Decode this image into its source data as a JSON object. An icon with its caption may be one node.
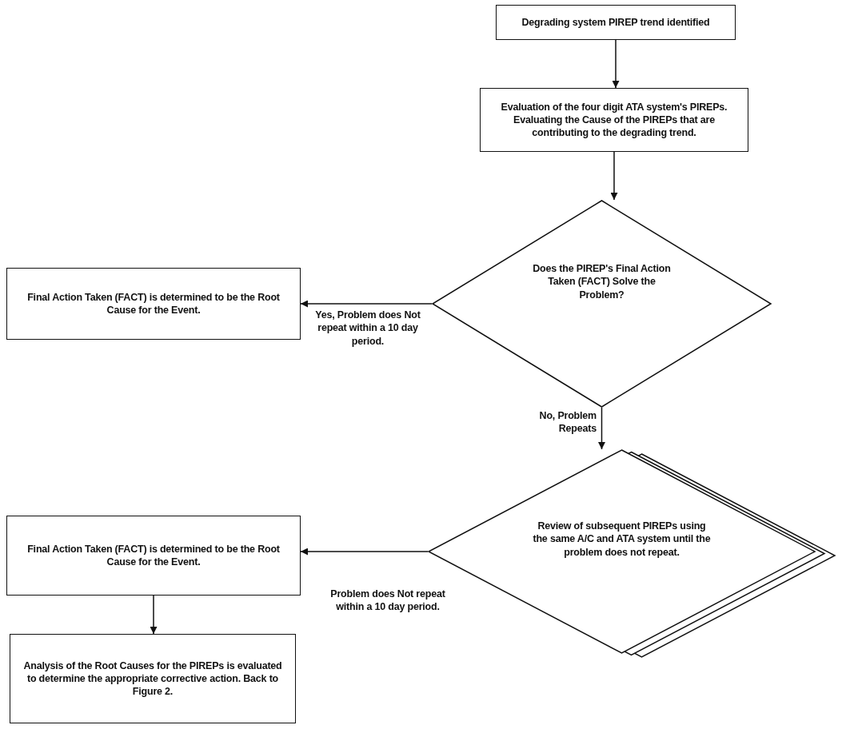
{
  "diagram": {
    "nodes": [
      {
        "text": [
          "Degrading system PIREP trend identified"
        ]
      },
      {
        "text": [
          "Evaluation of the four digit ATA system's PIREPs. Evaluating the Cause of the PIREPs that are contributing to the degrading trend."
        ]
      },
      {
        "text": [
          "Does the PIREP's Final Action Taken (FACT) Solve the Problem?"
        ]
      },
      {
        "text": [
          "Final Action Taken (FACT) is determined to be the Root Cause for the Event."
        ]
      },
      {
        "text": [
          "Review of subsequent PIREPs using the same A/C and ATA system until the problem does not repeat."
        ]
      },
      {
        "text": [
          "Final Action Taken (FACT) is determined to be the Root Cause for the Event."
        ]
      },
      {
        "text": [
          "Analysis of the Root Causes for the PIREPs is evaluated to determine the appropriate corrective action. Back to Figure 2."
        ]
      }
    ],
    "edges": [
      {
        "from": 0,
        "to": 1,
        "arrow": "to"
      },
      {
        "from": 1,
        "to": 2,
        "arrow": "to"
      },
      {
        "from": 2,
        "to": 3,
        "arrow": "to",
        "label": "Yes, Problem does Not repeat within a 10 day period."
      },
      {
        "from": 2,
        "to": 4,
        "arrow": "to",
        "label": "No, Problem Repeats"
      },
      {
        "from": 4,
        "to": 5,
        "arrow": "to",
        "label": "Problem does Not repeat within a 10 day period."
      },
      {
        "from": 5,
        "to": 6,
        "arrow": "to"
      }
    ]
  }
}
